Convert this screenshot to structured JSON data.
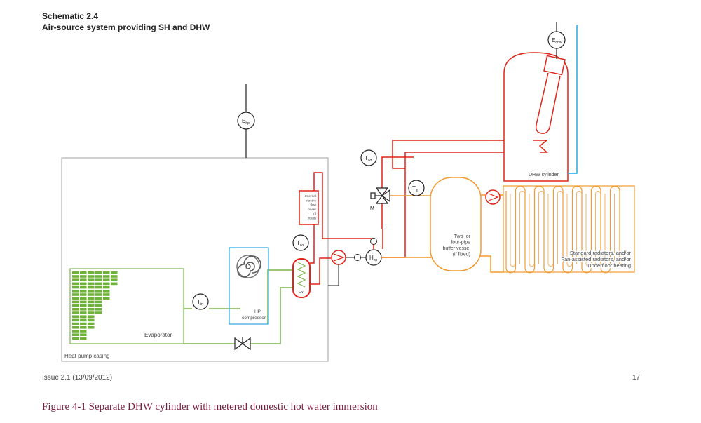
{
  "header": {
    "title_line1": "Schematic 2.4",
    "title_line2": "Air-source system providing SH and DHW"
  },
  "footer": {
    "issue": "Issue 2.1 (13/09/2012)",
    "page_number": "17",
    "caption": "Figure 4-1 Separate DHW cylinder with metered domestic hot water immersion"
  },
  "labels": {
    "meter_hp": "E",
    "meter_hp_sub": "hp",
    "meter_dhw": "E",
    "meter_dhw_sub": "dhw",
    "sensor_twf": "T",
    "sensor_twf_sub": "wf",
    "sensor_tsf": "T",
    "sensor_tsf_sub": "sf",
    "sensor_tco": "T",
    "sensor_tco_sub": "co",
    "sensor_tin": "T",
    "sensor_tin_sub": "in",
    "heat_meter": "H",
    "heat_meter_sub": "hp",
    "hx_label": "Hx",
    "valve_m": "M",
    "boiler_lines": [
      "Internal",
      "electric",
      "flow",
      "boiler",
      "(if",
      "fitted)"
    ],
    "compressor_lines": [
      "HP",
      "compressor"
    ],
    "evaporator": "Evaporator",
    "casing": "Heat pump casing",
    "dhw_cylinder": "DHW cylinder",
    "buffer_lines": [
      "Two- or",
      "four-pipe",
      "buffer vessel",
      "(if fitted)"
    ],
    "radiator_lines": [
      "Standard radiators, and/or",
      "Fan-assisted radiators, and/or",
      "Underfloor heating"
    ]
  },
  "colors": {
    "red_pipe": "#e2231a",
    "orange_pipe": "#f39a2e",
    "green_pipe": "#7ab648",
    "blue_pipe": "#29a8e0",
    "caption": "#7a1f3d",
    "casing": "#999999"
  }
}
